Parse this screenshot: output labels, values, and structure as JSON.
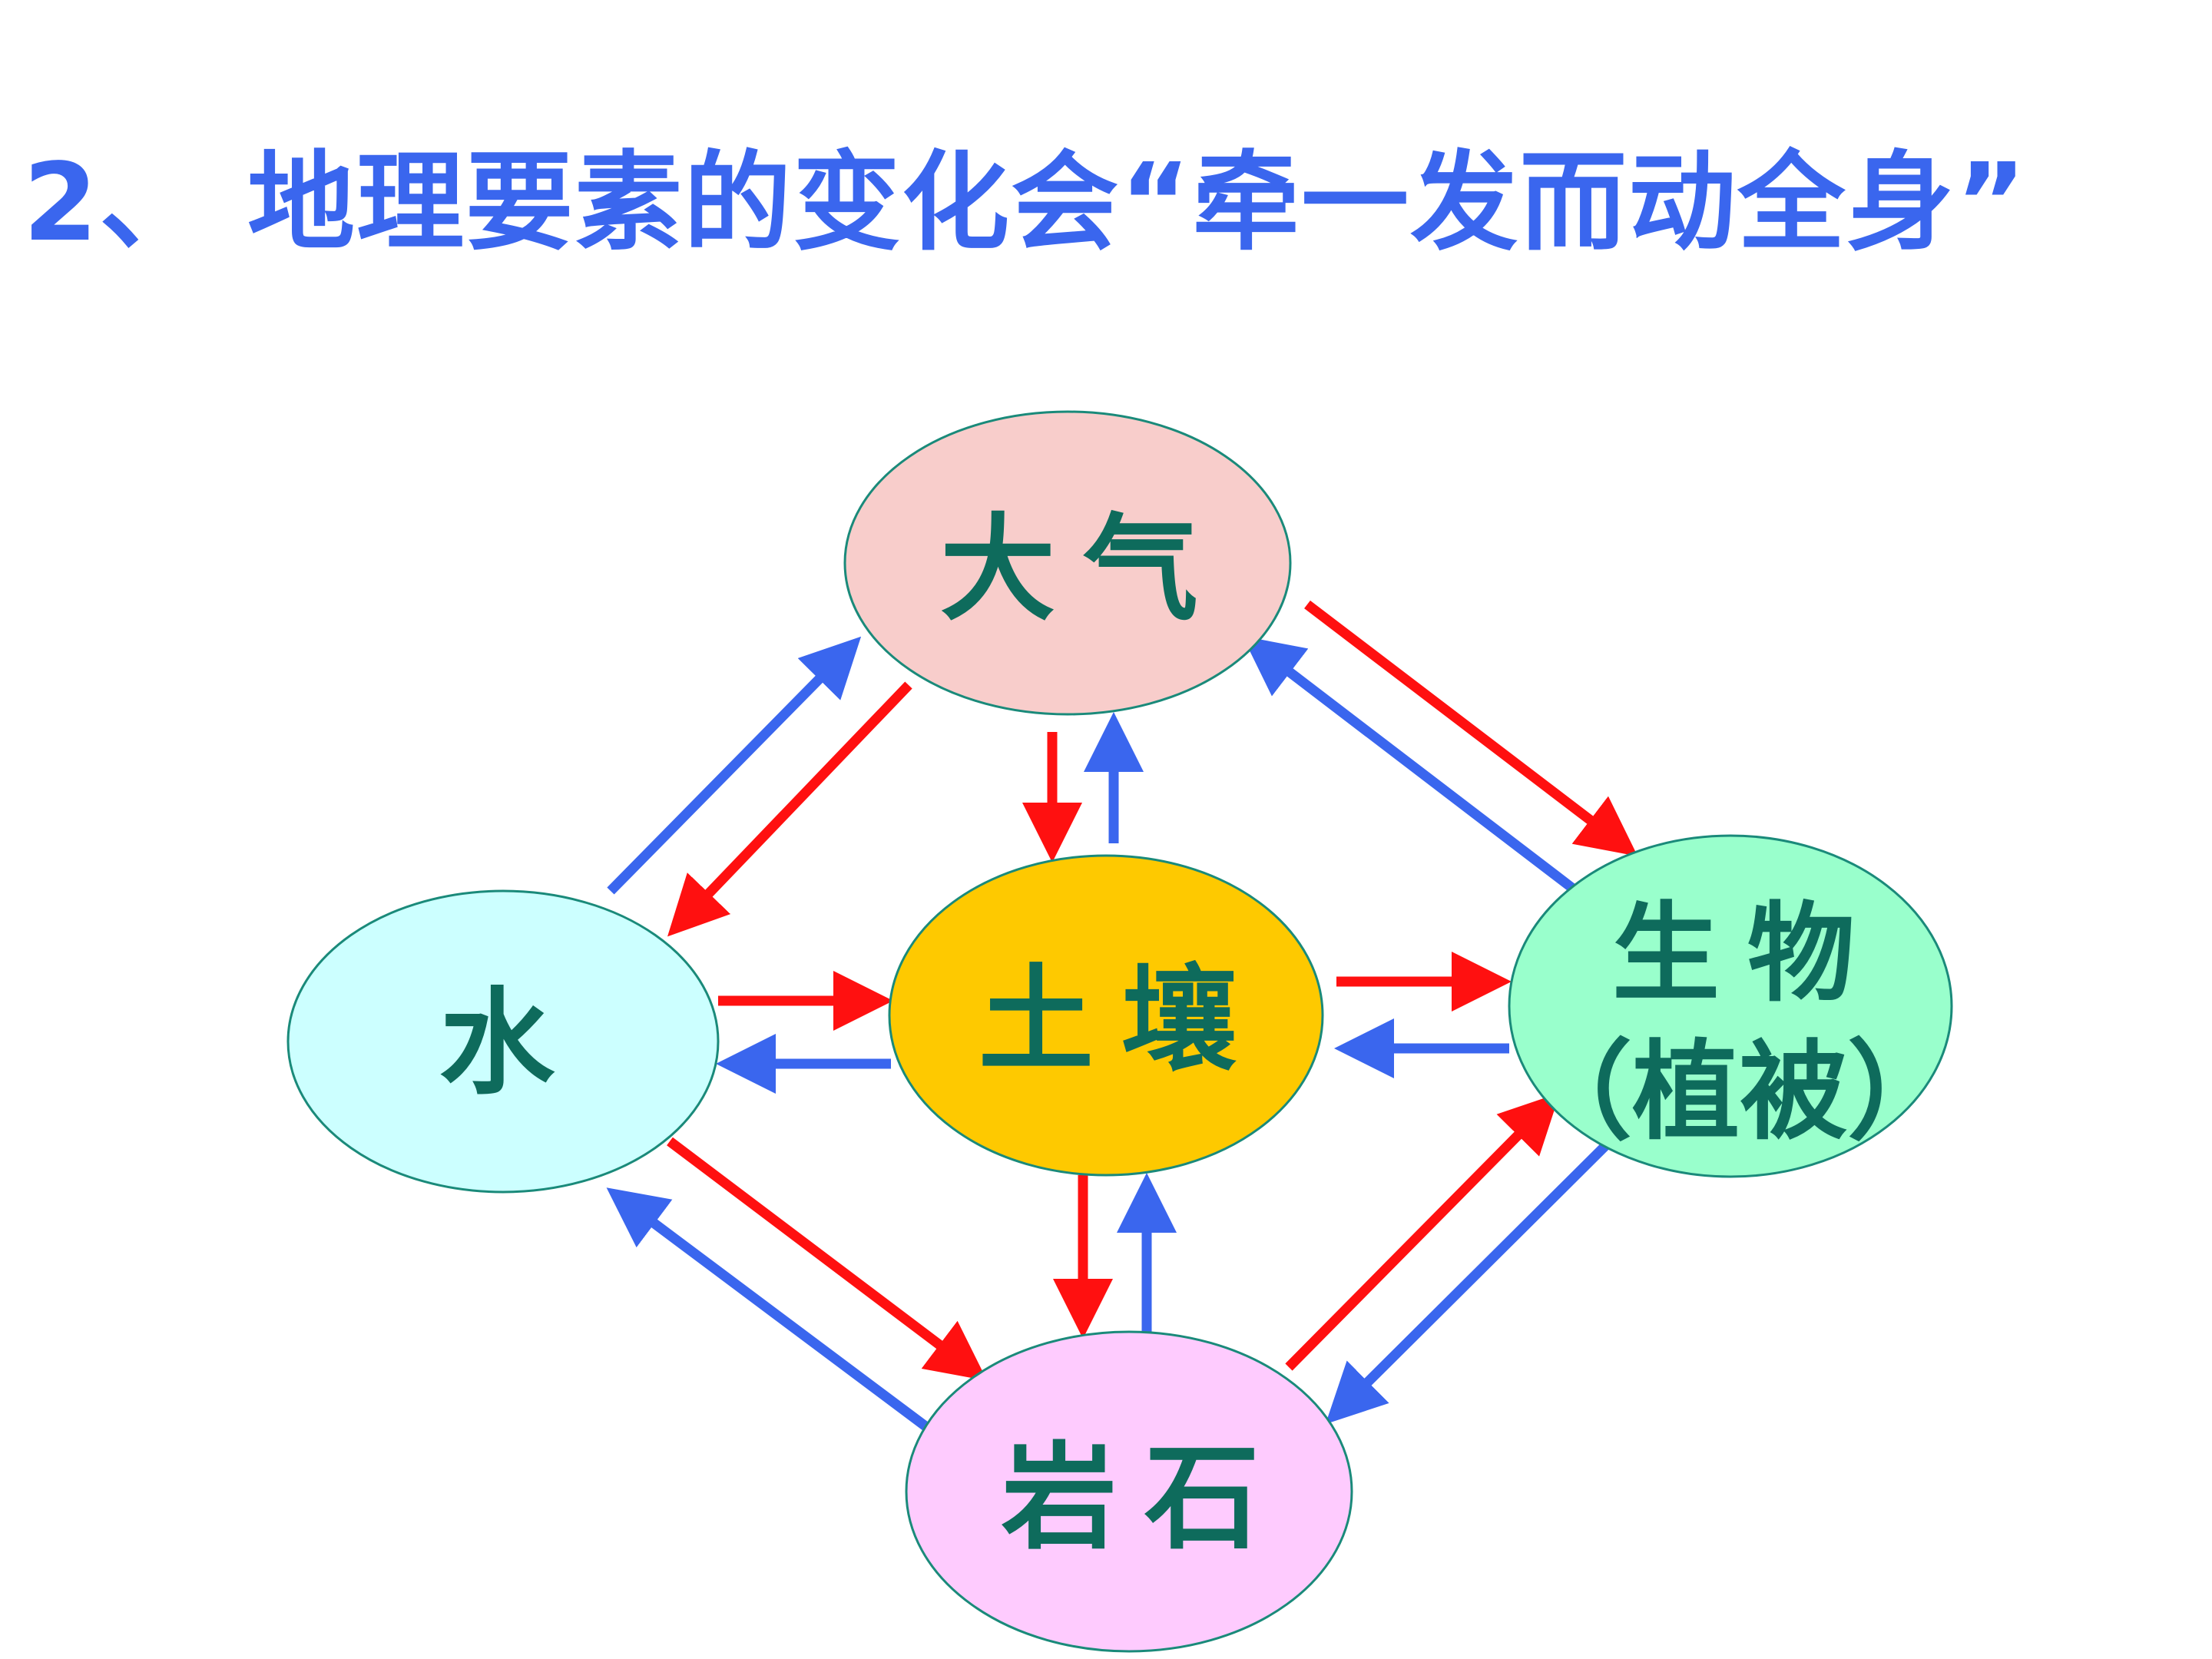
{
  "title": "2、 地理要素的变化会“牵一发而动全身”",
  "colors": {
    "title": "#3a66ee",
    "label": "#0e6b5c",
    "arrow_red": "#ff1010",
    "arrow_blue": "#3a66ee",
    "node_stroke": "#1a8a7a"
  },
  "nodes": {
    "atmosphere": {
      "label": "大气",
      "fill": "#f8cdcb"
    },
    "water": {
      "label": "水",
      "fill": "#ccffff"
    },
    "soil": {
      "label": "土壤",
      "fill": "#fec900"
    },
    "biology": {
      "line1": "生物",
      "line2": "（植被）",
      "fill": "#99ffcc"
    },
    "rock": {
      "label": "岩石",
      "fill": "#fecbfe"
    }
  }
}
